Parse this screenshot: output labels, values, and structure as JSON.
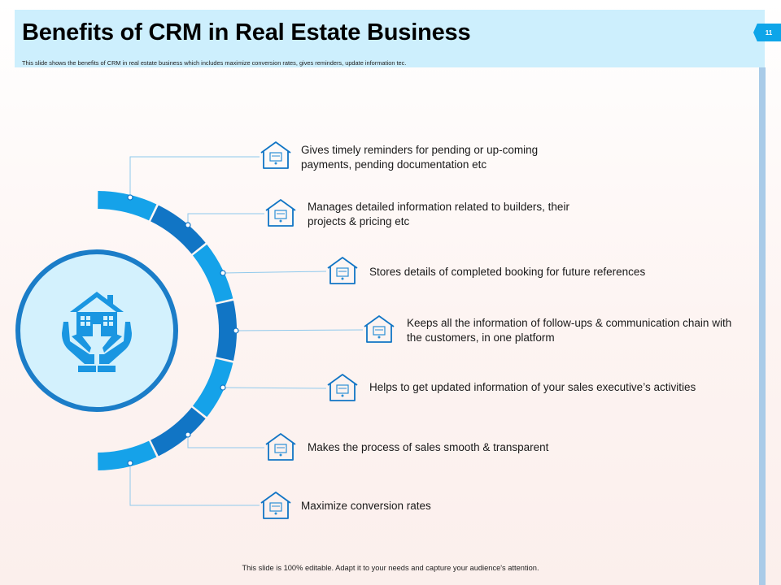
{
  "slide": {
    "title": "Benefits of CRM in Real Estate Business",
    "subtitle": "This slide shows the benefits of CRM in real estate business which includes maximize conversion  rates, gives reminders,  update information tec.",
    "page_number": "11",
    "footer": "This slide is 100% editable. Adapt it to your needs and capture your audience's attention."
  },
  "center_icon": "house-in-hands-icon",
  "benefits": [
    {
      "text": "Gives timely reminders for pending or up-coming payments, pending documentation etc",
      "icon": "house-calendar-icon"
    },
    {
      "text": "Manages detailed information related to builders, their projects & pricing etc",
      "icon": "house-person-icon"
    },
    {
      "text": "Stores details of completed booking for future references",
      "icon": "house-ledger-icon"
    },
    {
      "text": "Keeps all the information of follow-ups & communication chain with the customers, in one platform",
      "icon": "house-team-icon"
    },
    {
      "text": "Helps to get updated information of your sales executive’s activities",
      "icon": "house-network-icon"
    },
    {
      "text": "Makes the process of sales smooth & transparent",
      "icon": "house-gears-icon"
    },
    {
      "text": "Maximize conversion rates",
      "icon": "house-funnel-icon"
    }
  ],
  "colors": {
    "light_blue": "#15a2e9",
    "dark_blue": "#1175c5",
    "ring": "#1b7dc8",
    "circle_fill": "#d3f1fd",
    "connector": "#8fc9ec"
  }
}
